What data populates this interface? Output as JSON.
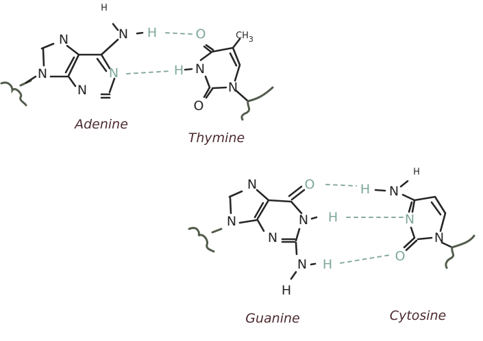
{
  "pairs": [
    {
      "left": {
        "name": "Adenine",
        "atoms": {
          "n9": "N",
          "n7": "N",
          "n3": "N",
          "n1": "N",
          "n6": "N",
          "h6a": "H",
          "h6b": "H"
        }
      },
      "right": {
        "name": "Thymine",
        "atoms": {
          "o4": "O",
          "n3": "N",
          "h3": "H",
          "n1": "N",
          "o2": "O",
          "ch3": "CH",
          "sub3": "3"
        }
      },
      "hydrogen_bonds": 2
    },
    {
      "left": {
        "name": "Guanine",
        "atoms": {
          "n9": "N",
          "n7": "N",
          "n3": "N",
          "n1": "N",
          "h1": "H",
          "o6": "O",
          "n2": "N",
          "h2a": "H",
          "h2b": "H"
        }
      },
      "right": {
        "name": "Cytosine",
        "atoms": {
          "h4a": "H",
          "n4": "N",
          "h4b": "H",
          "n3": "N",
          "n1": "N",
          "o2": "O"
        }
      },
      "hydrogen_bonds": 3
    }
  ],
  "colors": {
    "bond": "#262626",
    "hydrogen_bond": "#7fa898",
    "sugar": "#525c4c",
    "label": "#4b2a2f"
  }
}
